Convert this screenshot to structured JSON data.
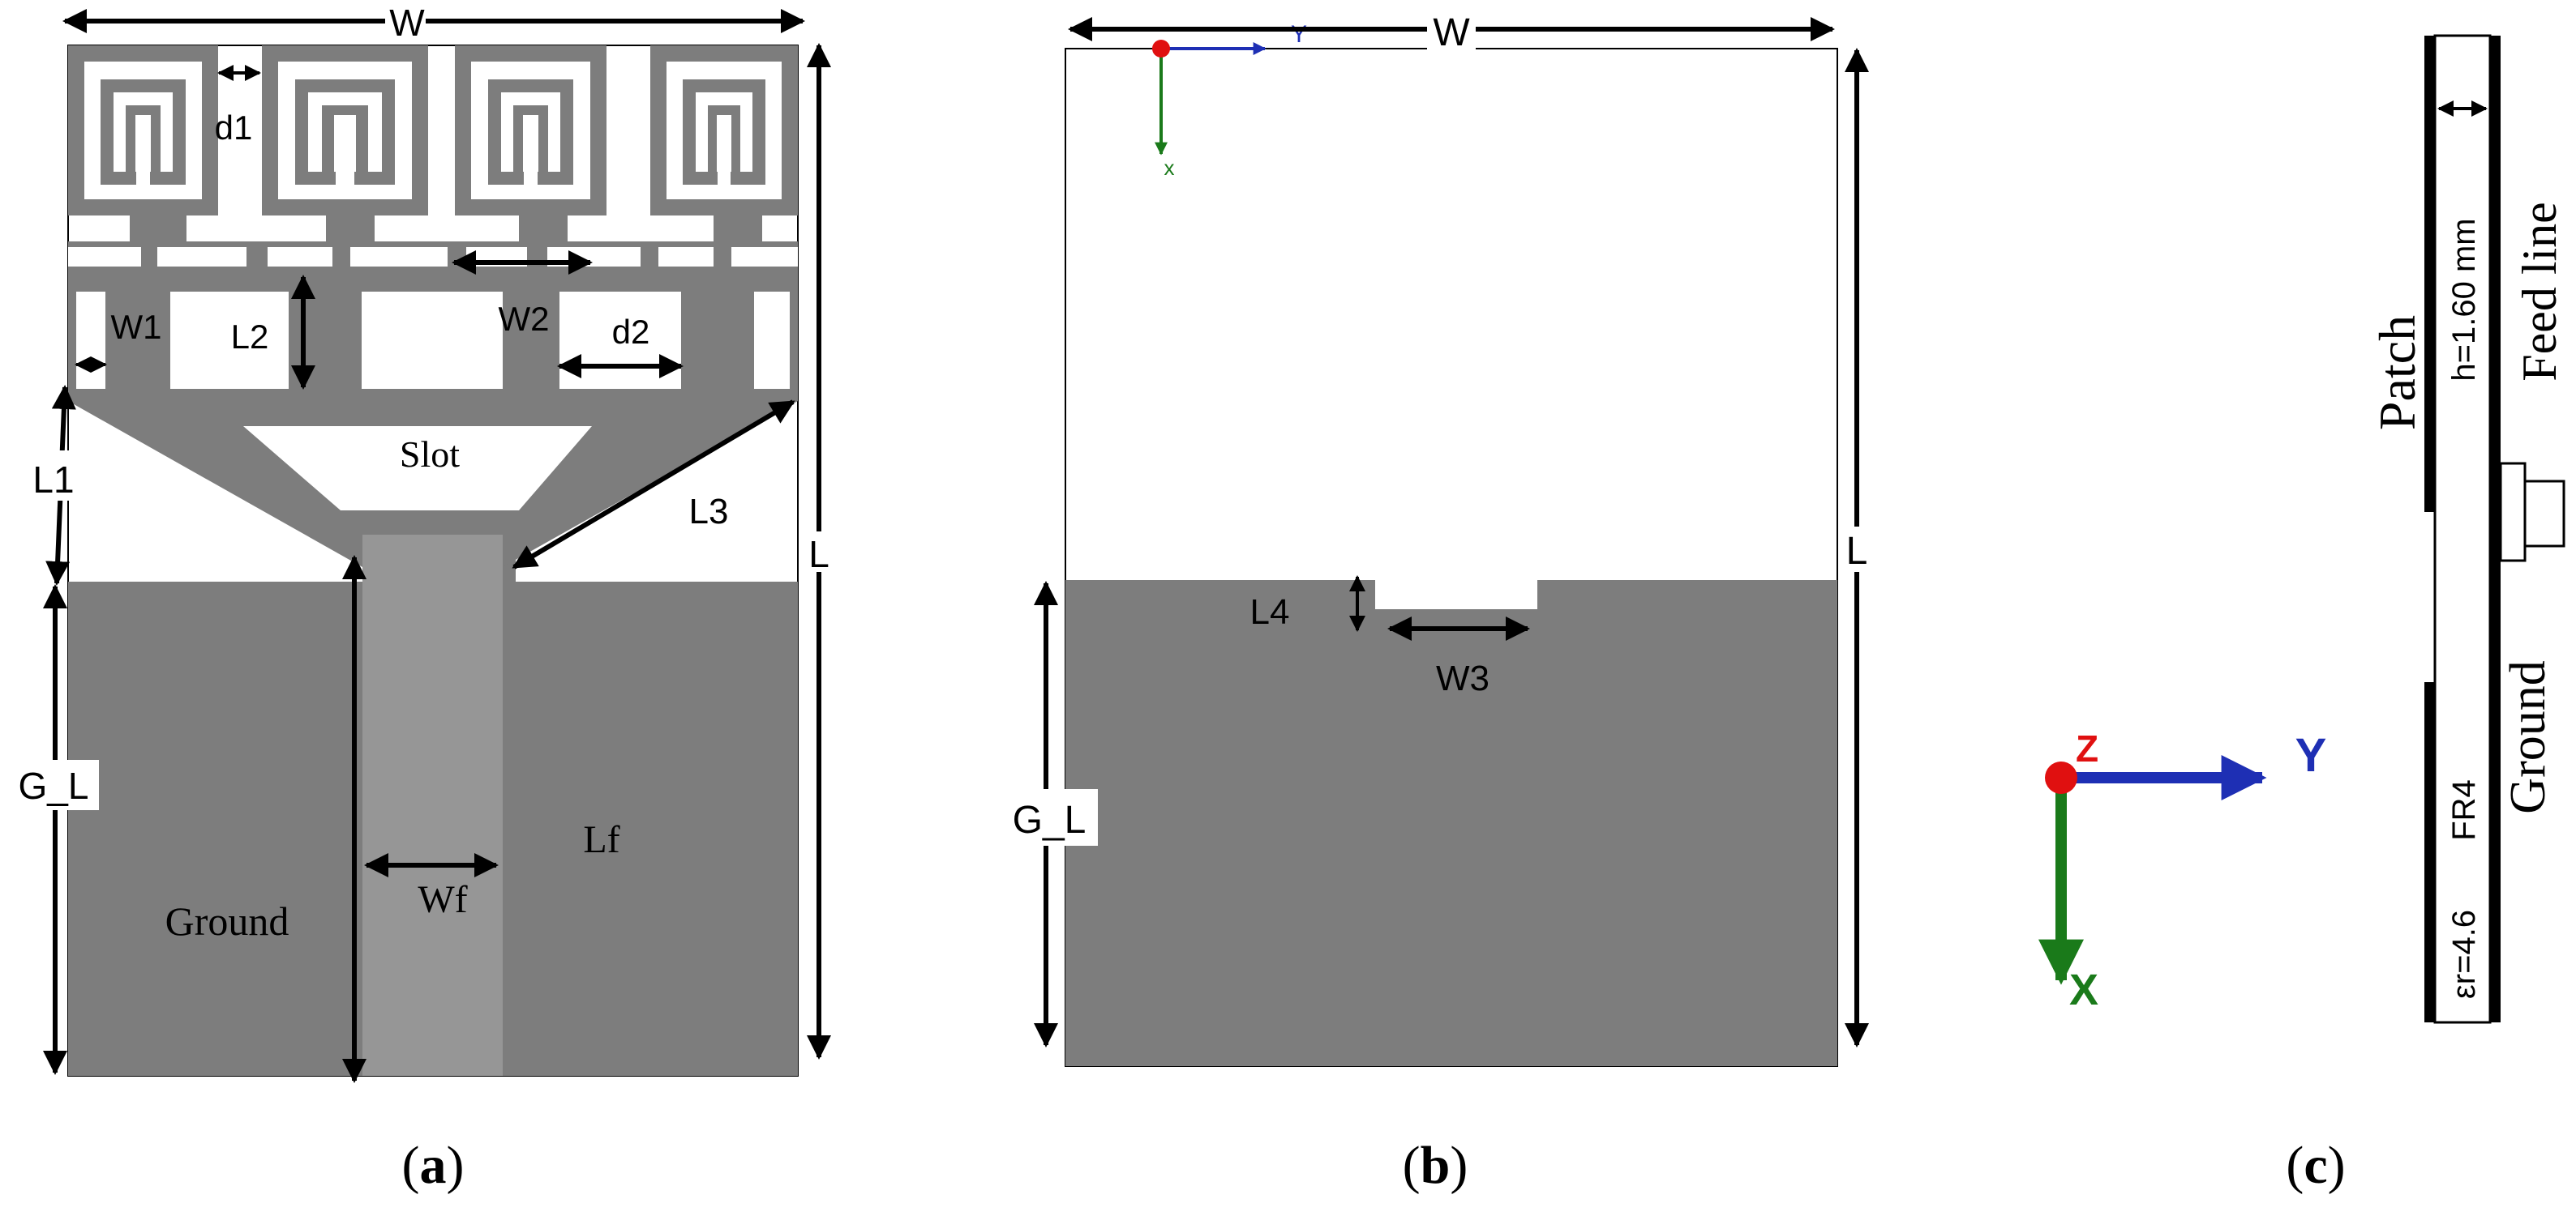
{
  "colors": {
    "copper": "#7d7d7d",
    "feed": "#969696",
    "substrate": "#ffffff",
    "outline": "#000000",
    "axis_x": "#1a7a1a",
    "axis_y": "#1e2fb4",
    "axis_z": "#e01010"
  },
  "panel_a": {
    "labels": {
      "W": "W",
      "L": "L",
      "d1": "d1",
      "d2": "d2",
      "W1": "W1",
      "L2": "L2",
      "W2": "W2",
      "L1": "L1",
      "L3": "L3",
      "slot": "Slot",
      "G_L": "G_L",
      "ground": "Ground",
      "Wf": "Wf",
      "Lf": "Lf"
    },
    "caption": {
      "open": "(",
      "letter": "a",
      "close": ")"
    }
  },
  "panel_b": {
    "labels": {
      "W": "W",
      "L": "L",
      "L4": "L4",
      "W3": "W3",
      "G_L": "G_L",
      "y": "Y",
      "x": "x"
    },
    "caption": {
      "open": "(",
      "letter": "b",
      "close": ")"
    }
  },
  "panel_c": {
    "labels": {
      "patch": "Patch",
      "thickness": "h=1.60 mm",
      "feed_line": "Feed line",
      "ground": "Ground",
      "substrate": "FR4",
      "permittivity": "εr=4.6",
      "axis_y": "Y",
      "axis_x": "X",
      "axis_z": "Z"
    },
    "caption": {
      "open": "(",
      "letter": "c",
      "close": ")"
    }
  }
}
